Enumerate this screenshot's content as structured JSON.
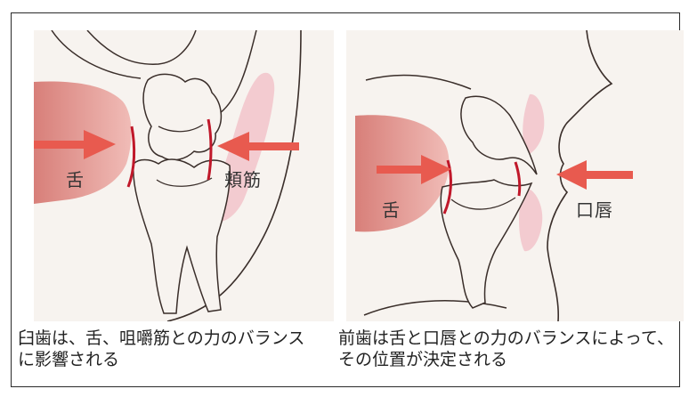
{
  "left_panel": {
    "tongue_label": "舌",
    "cheek_label": "頬筋",
    "caption": "臼歯は、舌、咀嚼筋との力のバランスに影響される"
  },
  "right_panel": {
    "tongue_label": "舌",
    "lip_label": "口唇",
    "caption": "前歯は舌と口唇との力のバランスによって、その位置が決定される"
  },
  "colors": {
    "arrow": "#e85a4f",
    "tongue": "#d9827d",
    "soft_tissue": "#f2c6cc",
    "outline": "#3a2e2a",
    "contact_line": "#c0182a",
    "panel_bg": "#f7f3ef"
  }
}
